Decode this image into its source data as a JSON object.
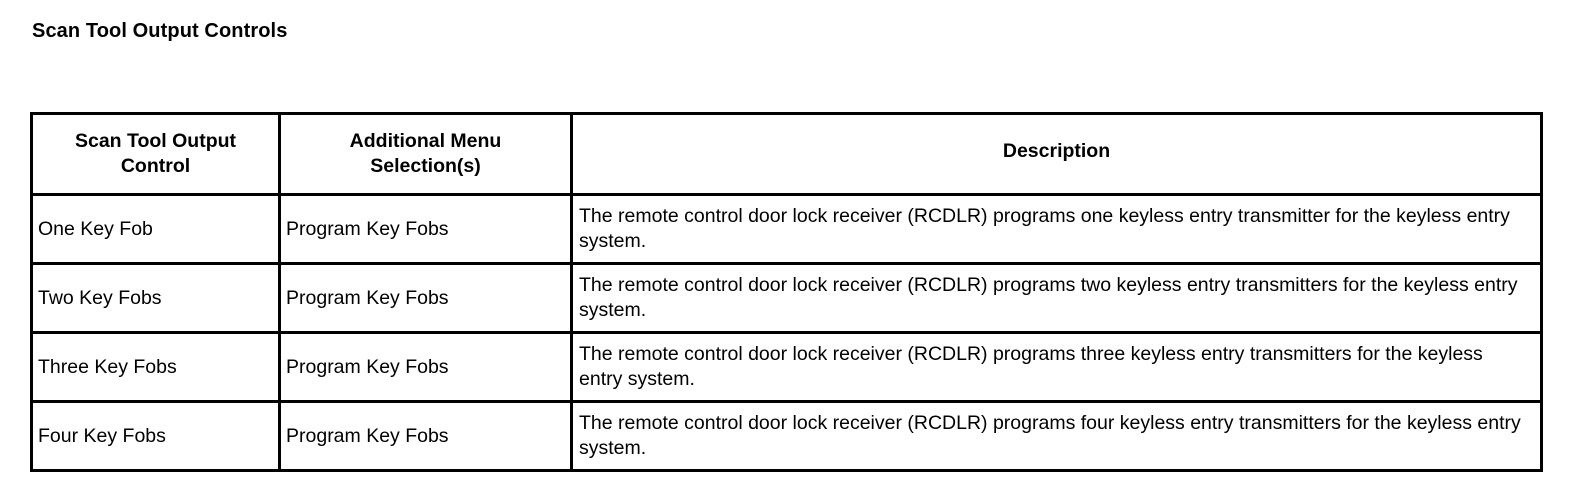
{
  "document": {
    "title": "Scan Tool Output Controls"
  },
  "table": {
    "columns": [
      {
        "id": "control",
        "header_lines": [
          "Scan Tool Output",
          "Control"
        ]
      },
      {
        "id": "menu",
        "header_lines": [
          "Additional Menu",
          "Selection(s)"
        ]
      },
      {
        "id": "description",
        "header_lines": [
          "Description"
        ]
      }
    ],
    "rows": [
      {
        "control": "One Key Fob",
        "menu": "Program Key Fobs",
        "description": "The remote control door lock receiver (RCDLR) programs one keyless entry transmitter for the keyless entry system."
      },
      {
        "control": "Two Key Fobs",
        "menu": "Program Key Fobs",
        "description": "The remote control door lock receiver (RCDLR) programs two keyless entry transmitters for the keyless entry system."
      },
      {
        "control": "Three Key Fobs",
        "menu": "Program Key Fobs",
        "description": "The remote control door lock receiver (RCDLR) programs three keyless entry transmitters for the keyless entry system."
      },
      {
        "control": "Four Key Fobs",
        "menu": "Program Key Fobs",
        "description": "The remote control door lock receiver (RCDLR) programs four keyless entry transmitters for the keyless entry system."
      }
    ]
  },
  "colors": {
    "text": "#000000",
    "background": "#ffffff",
    "border": "#000000"
  }
}
